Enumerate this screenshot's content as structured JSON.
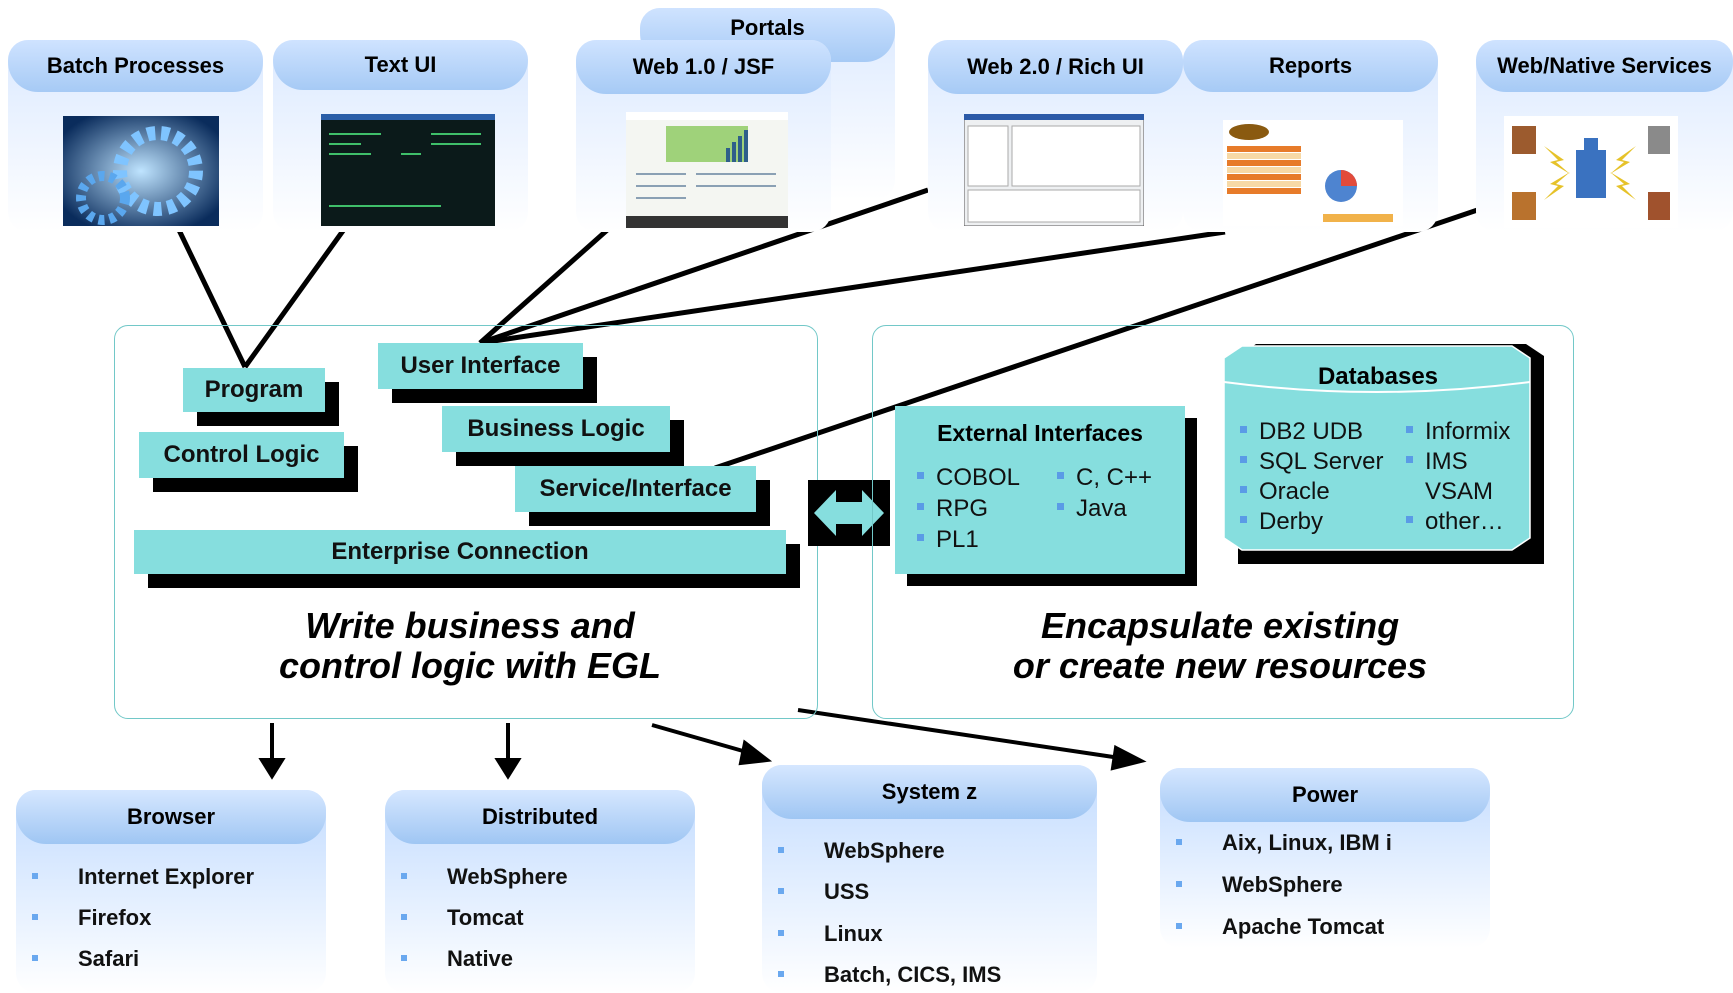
{
  "clients": [
    {
      "label": "Batch Processes"
    },
    {
      "label": "Text UI"
    },
    {
      "label": "Portals"
    },
    {
      "label": "Web 1.0 / JSF"
    },
    {
      "label": "Web 2.0 / Rich UI"
    },
    {
      "label": "Reports"
    },
    {
      "label": "Web/Native Services"
    }
  ],
  "left_frame": {
    "blocks": [
      "Program",
      "Control Logic",
      "User Interface",
      "Business Logic",
      "Service/Interface",
      "Enterprise Connection"
    ],
    "caption_line1": "Write business and",
    "caption_line2": "control logic with EGL"
  },
  "right_frame": {
    "external_interfaces": {
      "title": "External Interfaces",
      "col1": [
        "COBOL",
        "RPG",
        "PL1"
      ],
      "col2": [
        "C, C++",
        "Java"
      ]
    },
    "databases": {
      "title": "Databases",
      "col1": [
        "DB2 UDB",
        "SQL Server",
        "Oracle",
        "Derby"
      ],
      "col2": [
        "Informix",
        "IMS",
        "VSAM",
        "other…"
      ],
      "col2_bullets": [
        true,
        true,
        false,
        true
      ]
    },
    "caption_line1": "Encapsulate existing",
    "caption_line2": "or create new resources"
  },
  "platforms": [
    {
      "title": "Browser",
      "items": [
        "Internet Explorer",
        "Firefox",
        "Safari"
      ]
    },
    {
      "title": "Distributed",
      "items": [
        "WebSphere",
        "Tomcat",
        "Native"
      ]
    },
    {
      "title": "System z",
      "items": [
        "WebSphere",
        "USS",
        "Linux",
        "Batch, CICS, IMS"
      ]
    },
    {
      "title": "Power",
      "items": [
        "Aix, Linux, IBM i",
        "WebSphere",
        "Apache Tomcat"
      ]
    }
  ],
  "colors": {
    "teal": "#86dede",
    "frame": "#72c8c8",
    "card_blue": "#a6caf5",
    "bullet": "#5a9be6"
  }
}
